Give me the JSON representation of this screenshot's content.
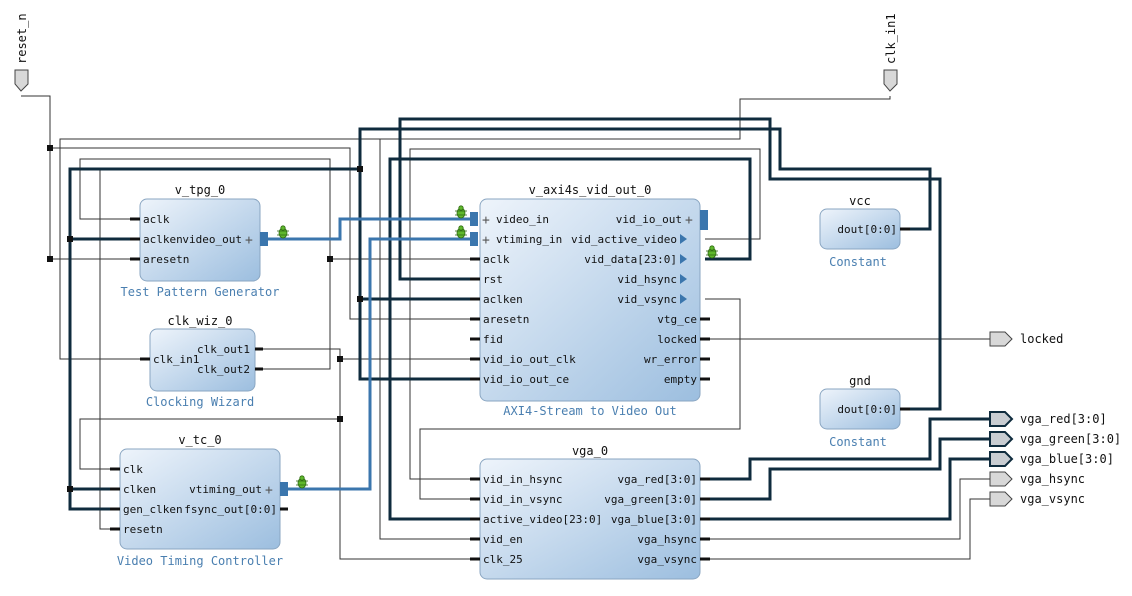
{
  "external_ports": {
    "reset_n": "reset_n",
    "clk_in1": "clk_in1",
    "locked": "locked",
    "vga_red": "vga_red[3:0]",
    "vga_green": "vga_green[3:0]",
    "vga_blue": "vga_blue[3:0]",
    "vga_hsync": "vga_hsync",
    "vga_vsync": "vga_vsync"
  },
  "blocks": {
    "tpg": {
      "name": "v_tpg_0",
      "subtitle": "Test Pattern Generator",
      "in_pins": [
        "aclk",
        "aclken",
        "aresetn"
      ],
      "out_pins": [
        "video_out"
      ]
    },
    "clkwiz": {
      "name": "clk_wiz_0",
      "subtitle": "Clocking Wizard",
      "in_pins": [
        "clk_in1"
      ],
      "out_pins": [
        "clk_out1",
        "clk_out2"
      ]
    },
    "tc": {
      "name": "v_tc_0",
      "subtitle": "Video Timing Controller",
      "in_pins": [
        "clk",
        "clken",
        "gen_clken",
        "resetn"
      ],
      "out_pins": [
        "vtiming_out",
        "fsync_out[0:0]"
      ]
    },
    "axi": {
      "name": "v_axi4s_vid_out_0",
      "subtitle": "AXI4-Stream to Video Out",
      "in_pins": [
        "video_in",
        "vtiming_in",
        "aclk",
        "rst",
        "aclken",
        "aresetn",
        "fid",
        "vid_io_out_clk",
        "vid_io_out_ce"
      ],
      "out_pins": [
        "vid_io_out",
        "vid_active_video",
        "vid_data[23:0]",
        "vid_hsync",
        "vid_vsync",
        "vtg_ce",
        "locked",
        "wr_error",
        "empty"
      ]
    },
    "vga": {
      "name": "vga_0",
      "subtitle": "",
      "in_pins": [
        "vid_in_hsync",
        "vid_in_vsync",
        "active_video[23:0]",
        "vid_en",
        "clk_25"
      ],
      "out_pins": [
        "vga_red[3:0]",
        "vga_green[3:0]",
        "vga_blue[3:0]",
        "vga_hsync",
        "vga_vsync"
      ]
    },
    "vcc": {
      "name": "vcc",
      "subtitle": "Constant",
      "out_pins": [
        "dout[0:0]"
      ]
    },
    "gnd": {
      "name": "gnd",
      "subtitle": "Constant",
      "out_pins": [
        "dout[0:0]"
      ]
    }
  },
  "colors": {
    "block_fill_top": "#e9f1fa",
    "block_fill_bottom": "#9dbfe0",
    "block_stroke": "#8aa6c2",
    "subtitle": "#4a7fb0",
    "interface_net": "#3b76ad",
    "bus_net": "#0f2b3d",
    "wire": "#333333",
    "bug_icon": "#5fb82c"
  }
}
